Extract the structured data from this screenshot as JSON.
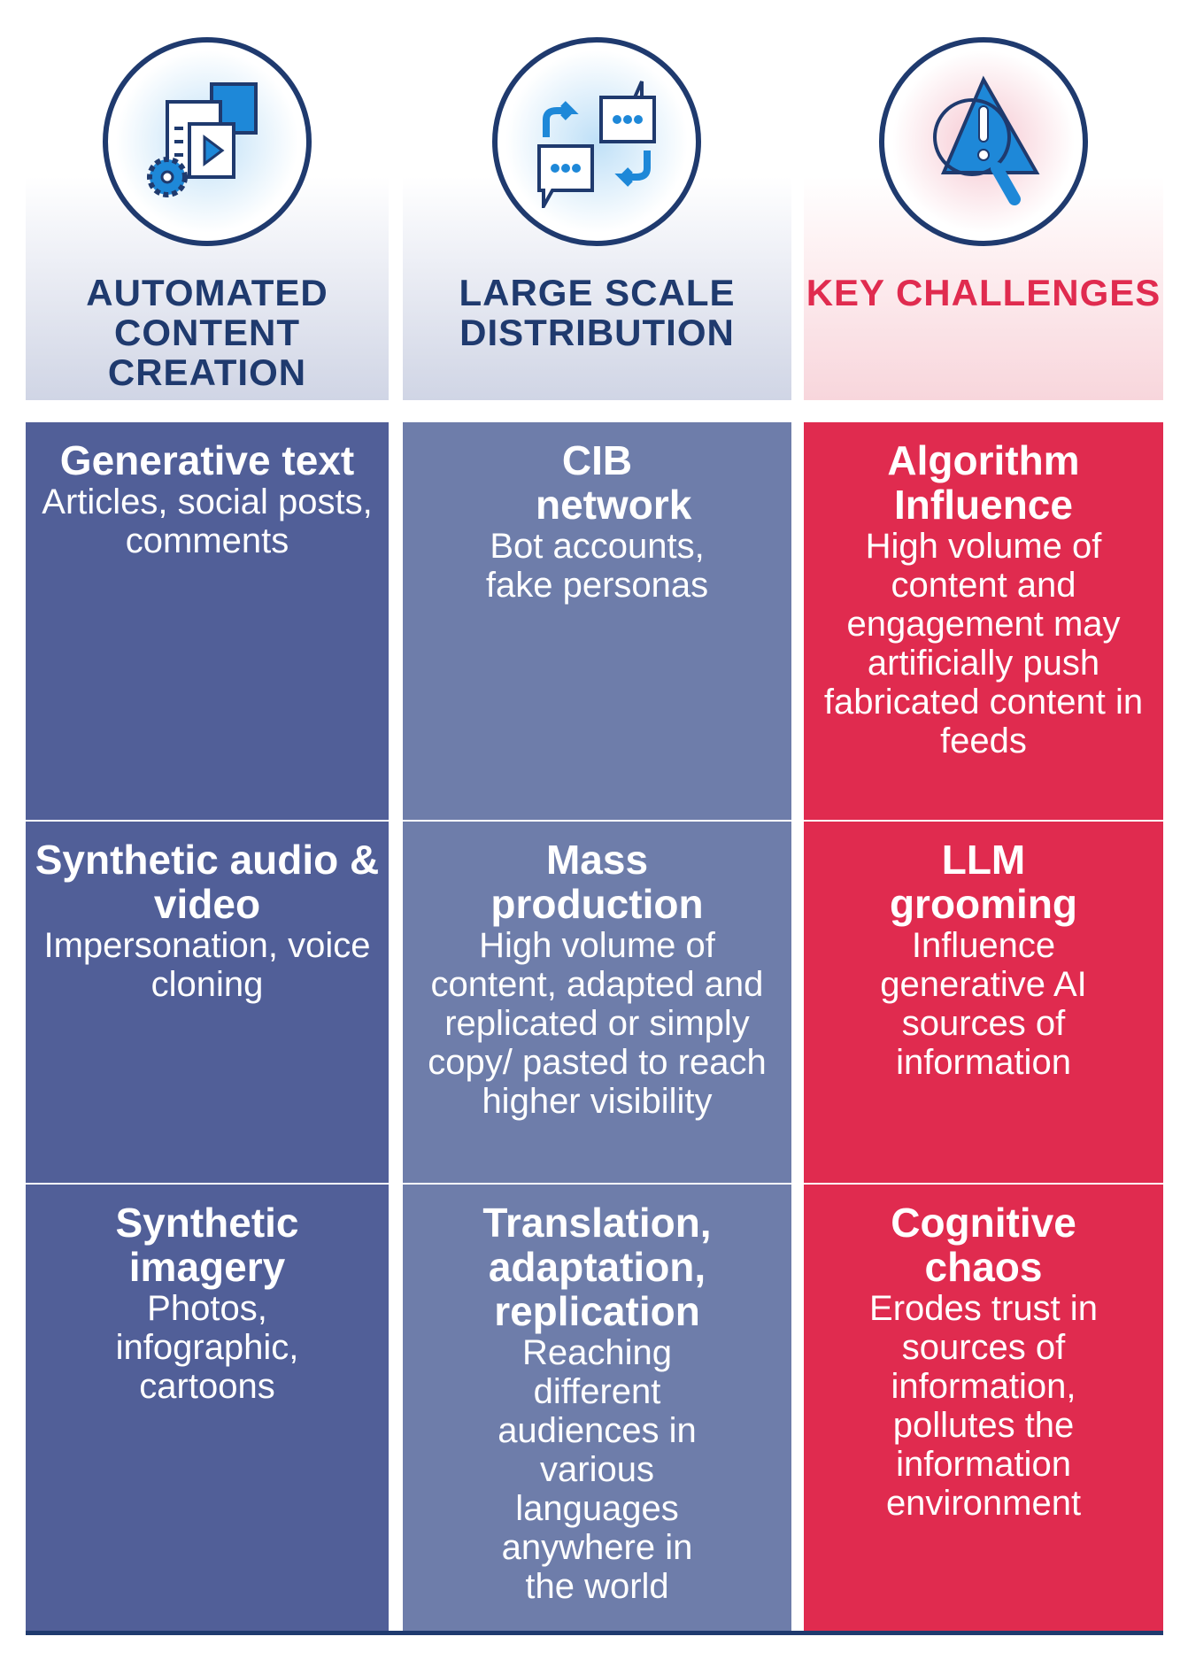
{
  "columns": [
    {
      "title": "AUTOMATED CONTENT CREATION",
      "icon": "content-creation-icon",
      "cells": [
        {
          "heading": "Generative text",
          "body": "Articles, social posts, comments"
        },
        {
          "heading": "Synthetic audio & video",
          "body": "Impersonation, voice cloning"
        },
        {
          "heading": "Synthetic imagery",
          "body": "Photos, infographic, cartoons"
        }
      ]
    },
    {
      "title": "LARGE SCALE DISTRIBUTION",
      "icon": "chat-distribution-icon",
      "cells": [
        {
          "heading": "CIB network",
          "body": "Bot accounts, fake personas"
        },
        {
          "heading": "Mass production",
          "body": "High volume of content, adapted and replicated or simply copy/ pasted to reach higher visibility"
        },
        {
          "heading": "Translation, adaptation, replication",
          "body": "Reaching different audiences in various languages anywhere in the world"
        }
      ]
    },
    {
      "title": "KEY CHALLENGES",
      "icon": "warning-search-icon",
      "cells": [
        {
          "heading": "Algorithm Influence",
          "body": "High volume of content and engagement may artificially push fabricated content in feeds"
        },
        {
          "heading": "LLM grooming",
          "body": "Influence generative AI sources of information"
        },
        {
          "heading": "Cognitive chaos",
          "body": "Erodes trust in sources of information, pollutes the information environment"
        }
      ]
    }
  ],
  "colors": {
    "navy": "#1f3a6e",
    "col1": "#515f98",
    "col2": "#6e7daa",
    "red": "#e02b4f",
    "icon_blue": "#1e88d8"
  }
}
